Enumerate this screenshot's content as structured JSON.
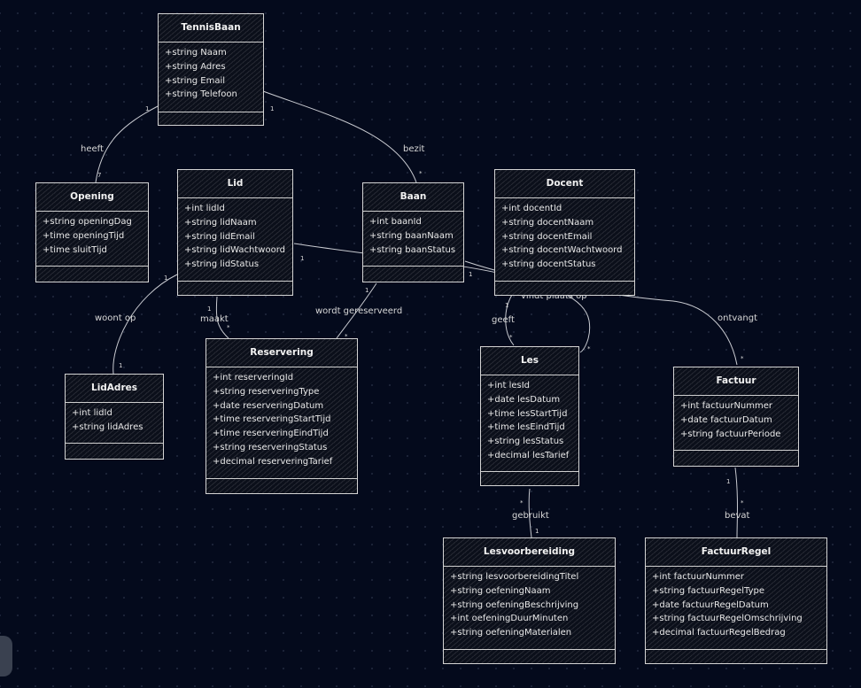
{
  "classes": {
    "tennisbaan": {
      "name": "TennisBaan",
      "attributes": [
        "+string Naam",
        "+string Adres",
        "+string Email",
        "+string Telefoon"
      ]
    },
    "opening": {
      "name": "Opening",
      "attributes": [
        "+string openingDag",
        "+time openingTijd",
        "+time sluitTijd"
      ]
    },
    "lid": {
      "name": "Lid",
      "attributes": [
        "+int lidId",
        "+string lidNaam",
        "+string lidEmail",
        "+string lidWachtwoord",
        "+string lidStatus"
      ]
    },
    "baan": {
      "name": "Baan",
      "attributes": [
        "+int baanId",
        "+string baanNaam",
        "+string baanStatus"
      ]
    },
    "docent": {
      "name": "Docent",
      "attributes": [
        "+int docentId",
        "+string docentNaam",
        "+string docentEmail",
        "+string docentWachtwoord",
        "+string docentStatus"
      ]
    },
    "lidadres": {
      "name": "LidAdres",
      "attributes": [
        "+int lidId",
        "+string lidAdres"
      ]
    },
    "reservering": {
      "name": "Reservering",
      "attributes": [
        "+int reserveringId",
        "+string reserveringType",
        "+date reserveringDatum",
        "+time reserveringStartTijd",
        "+time reserveringEindTijd",
        "+string reserveringStatus",
        "+decimal reserveringTarief"
      ]
    },
    "les": {
      "name": "Les",
      "attributes": [
        "+int lesId",
        "+date lesDatum",
        "+time lesStartTijd",
        "+time lesEindTijd",
        "+string lesStatus",
        "+decimal lesTarief"
      ]
    },
    "factuur": {
      "name": "Factuur",
      "attributes": [
        "+int factuurNummer",
        "+date factuurDatum",
        "+string factuurPeriode"
      ]
    },
    "lesvoorbereiding": {
      "name": "Lesvoorbereiding",
      "attributes": [
        "+string lesvoorbereidingTitel",
        "+string oefeningNaam",
        "+string oefeningBeschrijving",
        "+int oefeningDuurMinuten",
        "+string oefeningMaterialen"
      ]
    },
    "factuurregel": {
      "name": "FactuurRegel",
      "attributes": [
        "+int factuurNummer",
        "+string factuurRegelType",
        "+date factuurRegelDatum",
        "+string factuurRegelOmschrijving",
        "+decimal factuurRegelBedrag"
      ]
    }
  },
  "relations": {
    "heeft": {
      "label": "heeft",
      "card_from": "1",
      "card_to": "7"
    },
    "bezit": {
      "label": "bezit",
      "card_from": "1",
      "card_to": "*"
    },
    "woont_op": {
      "label": "woont op",
      "card_from": "1",
      "card_to": "1"
    },
    "maakt": {
      "label": "maakt",
      "card_from": "1",
      "card_to": "*"
    },
    "wordt_gereserveerd": {
      "label": "wordt gereserveerd",
      "card_from": "1",
      "card_to": "*"
    },
    "vindt_plaats_op": {
      "label": "vindt plaats op",
      "card_from": "*",
      "card_to": "1"
    },
    "geeft": {
      "label": "geeft",
      "card_from": "1",
      "card_to": "*"
    },
    "ontvangt": {
      "label": "ontvangt",
      "card_from": "1",
      "card_to": "*"
    },
    "gebruikt": {
      "label": "gebruikt",
      "card_from": "*",
      "card_to": "1"
    },
    "bevat": {
      "label": "bevat",
      "card_from": "1",
      "card_to": "*"
    }
  }
}
